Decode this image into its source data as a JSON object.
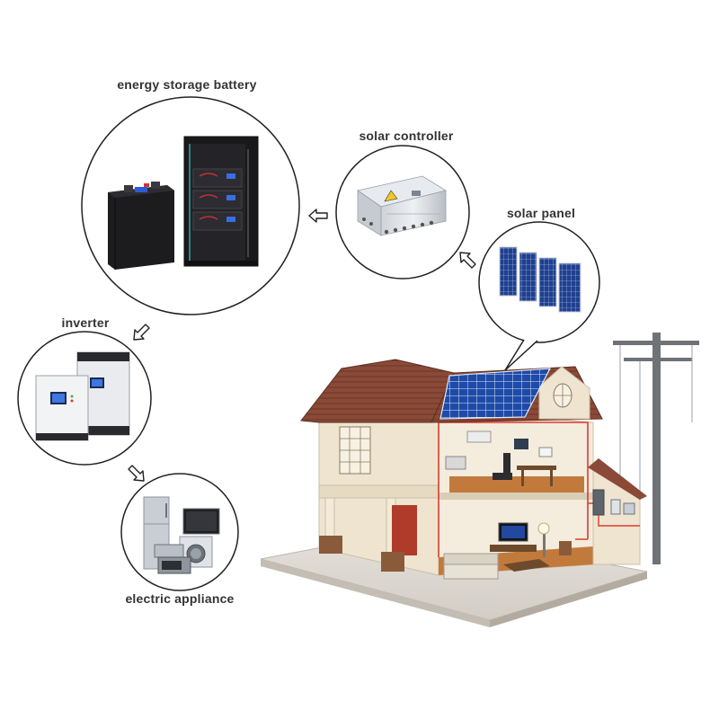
{
  "labels": {
    "battery": "energy storage battery",
    "controller": "solar controller",
    "panel": "solar panel",
    "inverter": "inverter",
    "appliance": "electric appliance"
  },
  "icons": {
    "flow_arrow": "hollow-arrow-icon",
    "battery": "battery-icon",
    "battery_cabinet": "battery-cabinet-icon",
    "controller": "solar-controller-box-icon",
    "panel": "solar-panel-icon",
    "inverter": "inverter-icon",
    "appliance": "appliance-group-icon",
    "house": "house-illustration",
    "pole": "utility-pole-icon"
  },
  "colors": {
    "ring": "#222222",
    "label_text": "#333333",
    "solar_cell": "#1f3f8f",
    "roof": "#8a4a37",
    "wall": "#f1e6d1",
    "wiring": "#e03a2f"
  }
}
